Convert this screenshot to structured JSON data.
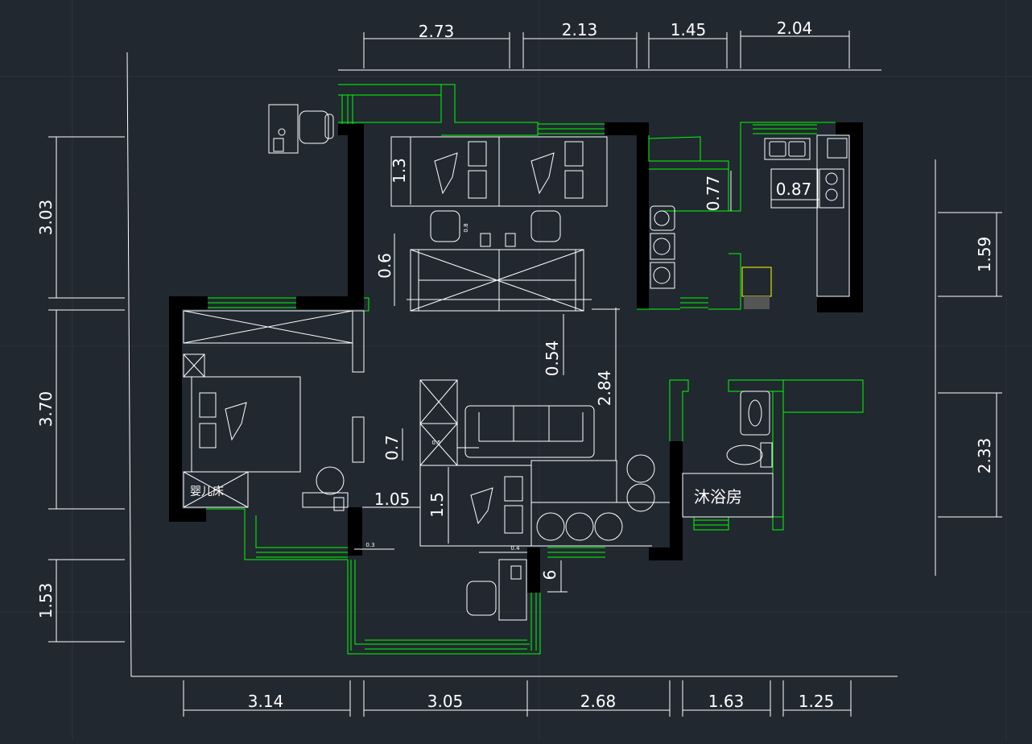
{
  "colors": {
    "background": "#212830",
    "dimension": "#ffffff",
    "wall": "#000000",
    "window": "#00ff00",
    "yellow": "#ffff00"
  },
  "dimensions": {
    "top": [
      "2.73",
      "2.13",
      "1.45",
      "2.04"
    ],
    "bottom": [
      "3.14",
      "3.05",
      "2.68",
      "1.63",
      "1.25"
    ],
    "left": [
      "3.03",
      "3.70",
      "1.53"
    ],
    "right": [
      "1.59",
      "2.33"
    ],
    "inner": {
      "d13": "1.3",
      "d06": "0.6",
      "d054": "0.54",
      "d284": "2.84",
      "d077": "0.77",
      "d087": "0.87",
      "d07": "0.7",
      "d105": "1.05",
      "d15": "1.5",
      "d6": "6",
      "d03": "0.3",
      "d04": "0.4",
      "d08": "0.8",
      "d05": "0.5"
    }
  },
  "rooms": {
    "crib": "婴儿床",
    "shower": "沐浴房"
  },
  "icons": [
    "chair-icon",
    "lamp-icon",
    "bed-icon",
    "sofa-icon",
    "stove-icon",
    "sink-icon",
    "toilet-icon",
    "washer-icon"
  ]
}
